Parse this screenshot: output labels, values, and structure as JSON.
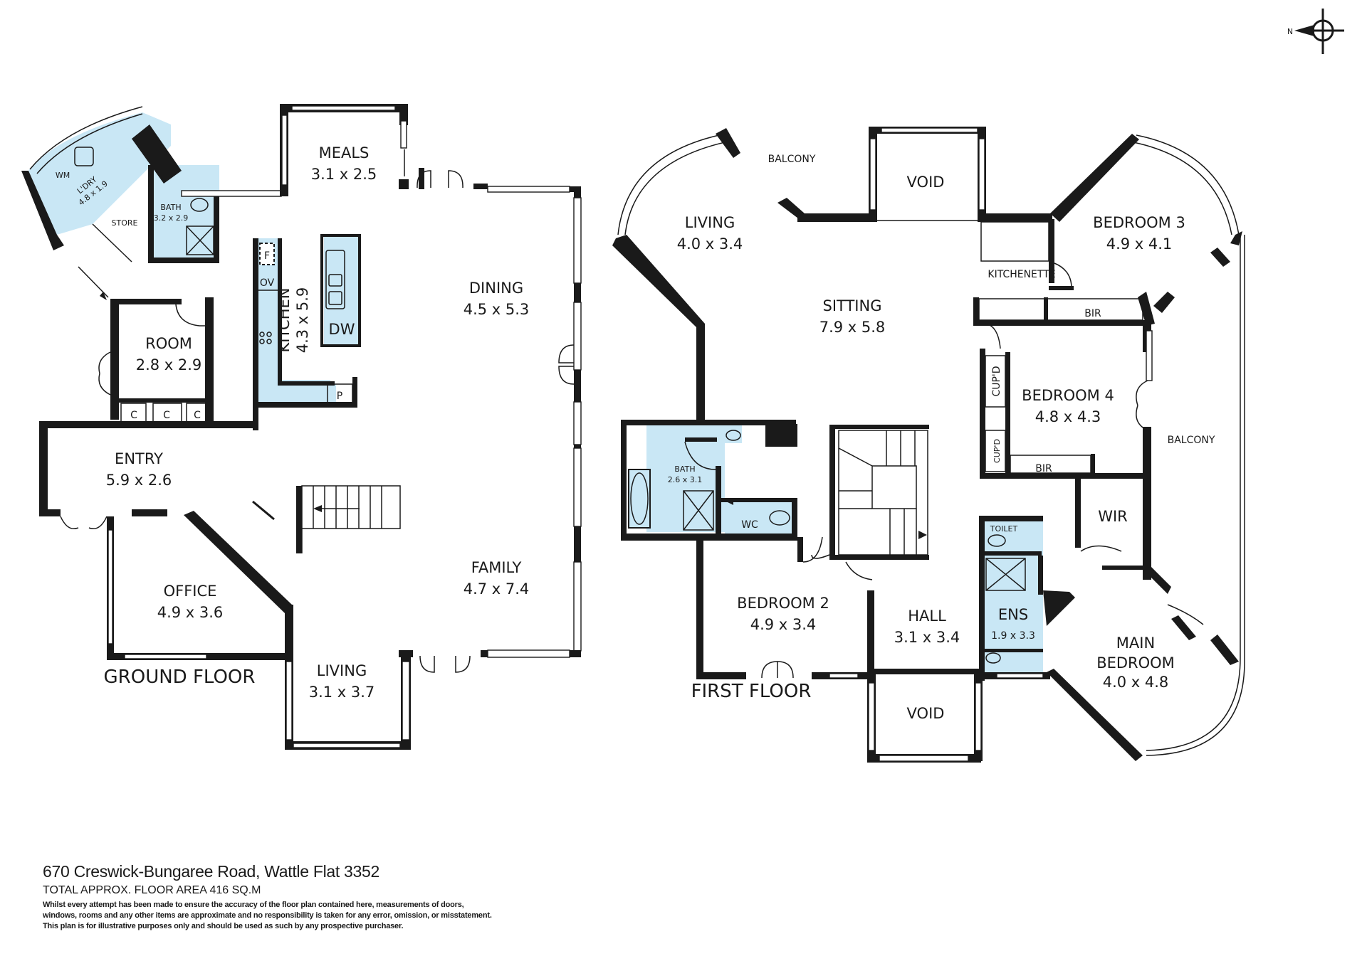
{
  "compass": {
    "label": "N"
  },
  "ground_floor": {
    "title": "GROUND FLOOR",
    "rooms": [
      {
        "name": "MEALS",
        "dims": "3.1 x 2.5"
      },
      {
        "name": "L'DRY",
        "dims": "4.8 x 1.9"
      },
      {
        "name": "WM",
        "dims": ""
      },
      {
        "name": "STORE",
        "dims": ""
      },
      {
        "name": "BATH",
        "dims": "3.2 x 2.9"
      },
      {
        "name": "KITCHEN",
        "dims": "4.3 x 5.9"
      },
      {
        "name": "DINING",
        "dims": "4.5 x 5.3"
      },
      {
        "name": "ROOM",
        "dims": "2.8 x 2.9"
      },
      {
        "name": "ENTRY",
        "dims": "5.9 x 2.6"
      },
      {
        "name": "OFFICE",
        "dims": "4.9 x 3.6"
      },
      {
        "name": "FAMILY",
        "dims": "4.7 x 7.4"
      },
      {
        "name": "LIVING",
        "dims": "3.1 x 3.7"
      }
    ],
    "fixtures": {
      "fridge": "F",
      "oven": "OV",
      "dishwasher": "DW",
      "pantry": "P",
      "cupboard": "C"
    }
  },
  "first_floor": {
    "title": "FIRST FLOOR",
    "rooms": [
      {
        "name": "BALCONY",
        "dims": ""
      },
      {
        "name": "VOID",
        "dims": ""
      },
      {
        "name": "LIVING",
        "dims": "4.0 x 3.4"
      },
      {
        "name": "BEDROOM 3",
        "dims": "4.9 x 4.1"
      },
      {
        "name": "KITCHENETTE",
        "dims": ""
      },
      {
        "name": "SITTING",
        "dims": "7.9 x 5.8"
      },
      {
        "name": "BIR",
        "dims": ""
      },
      {
        "name": "CUP'D",
        "dims": ""
      },
      {
        "name": "BEDROOM 4",
        "dims": "4.8 x 4.3"
      },
      {
        "name": "BATH",
        "dims": "2.6 x 3.1"
      },
      {
        "name": "WC",
        "dims": ""
      },
      {
        "name": "BALCONY",
        "dims": ""
      },
      {
        "name": "WIR",
        "dims": ""
      },
      {
        "name": "TOILET",
        "dims": ""
      },
      {
        "name": "BEDROOM 2",
        "dims": "4.9 x 3.4"
      },
      {
        "name": "HALL",
        "dims": "3.1 x 3.4"
      },
      {
        "name": "ENS",
        "dims": "1.9 x 3.3"
      },
      {
        "name": "MAIN BEDROOM",
        "dims": "4.0 x 4.8"
      },
      {
        "name": "VOID",
        "dims": ""
      }
    ]
  },
  "footer": {
    "address": "670 Creswick-Bungaree Road, Wattle Flat 3352",
    "total_area": "TOTAL APPROX. FLOOR AREA 416 SQ.M",
    "disclaimer": [
      "Whilst every attempt has been made to ensure the accuracy of the floor plan contained here, measurements of doors,",
      "windows, rooms and any other items are approximate and no responsibility is taken for any error, omission, or misstatement.",
      "This plan is for illustrative purposes only and should be used as such by any prospective purchaser."
    ]
  },
  "colors": {
    "wall": "#1a1a1a",
    "wet_area": "#c9e7f5",
    "background": "#ffffff"
  }
}
